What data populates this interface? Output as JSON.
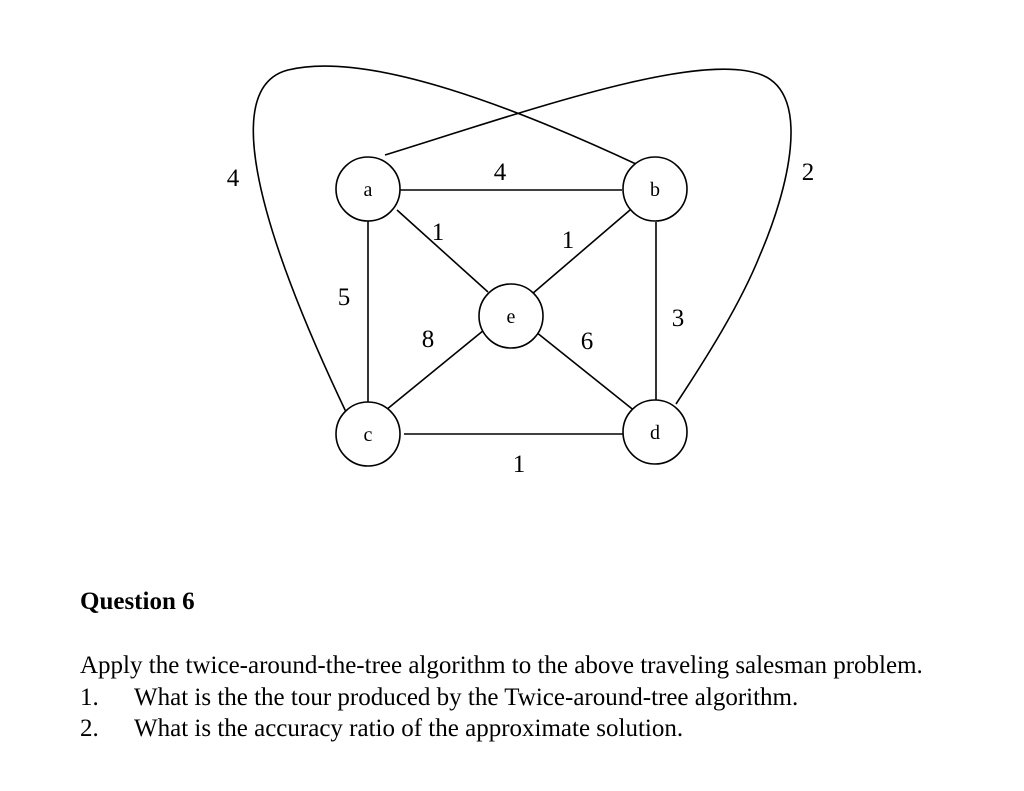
{
  "graph": {
    "nodes": {
      "a": "a",
      "b": "b",
      "c": "c",
      "d": "d",
      "e": "e"
    },
    "edges": [
      {
        "from": "a",
        "to": "b",
        "weight": "4"
      },
      {
        "from": "a",
        "to": "e",
        "weight": "1"
      },
      {
        "from": "b",
        "to": "e",
        "weight": "1"
      },
      {
        "from": "a",
        "to": "c",
        "weight": "5"
      },
      {
        "from": "c",
        "to": "e",
        "weight": "8"
      },
      {
        "from": "e",
        "to": "d",
        "weight": "6"
      },
      {
        "from": "b",
        "to": "d",
        "weight": "3"
      },
      {
        "from": "c",
        "to": "d",
        "weight": "1"
      },
      {
        "from": "c",
        "to": "b",
        "weight": "4"
      },
      {
        "from": "a",
        "to": "d",
        "weight": "2"
      }
    ]
  },
  "question": {
    "title": "Question 6",
    "prompt": "Apply the twice-around-the-tree algorithm to the above traveling salesman problem.",
    "items": [
      {
        "number": "1.",
        "text": "What is the the tour produced by the Twice-around-tree algorithm."
      },
      {
        "number": "2.",
        "text": "What is the accuracy ratio of the approximate solution."
      }
    ]
  }
}
